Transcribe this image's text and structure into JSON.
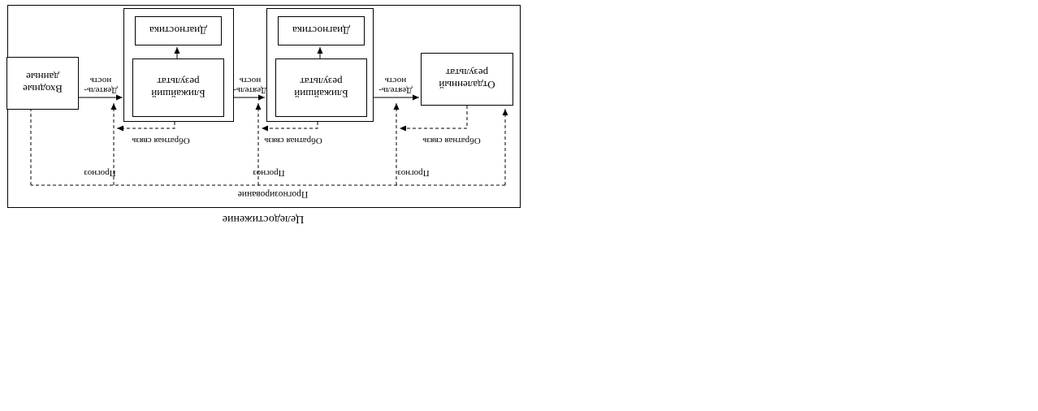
{
  "diagram": {
    "caption": "Целедостижение",
    "input_box": "Входные данные",
    "final_box": "Отдаленный результат",
    "stage_result": "Ближайший результат",
    "stage_diagnostics": "Диагностика",
    "activity_line1": "Деятель-",
    "activity_line2": "ность",
    "feedback_label": "Обратная связь",
    "forecast_label": "Прогноз",
    "forecasting_label": "Прогнозирование"
  }
}
